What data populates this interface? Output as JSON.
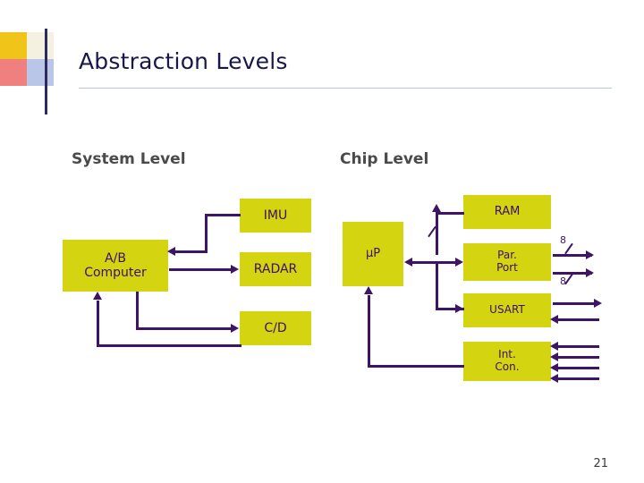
{
  "slide": {
    "title": "Abstraction Levels",
    "page_number": "21",
    "accent_colors": {
      "title_text": "#17174a",
      "rule": "#b9c6e8",
      "box_fill": "#d4d411",
      "box_text": "#3a1060",
      "wire": "#3d1466",
      "section_label": "#4a4a4a"
    },
    "deco_swatches": [
      "#f0c419",
      "#f5f1e0",
      "#f08080",
      "#b9c6e8"
    ]
  },
  "diagram": {
    "type": "block-diagram",
    "sections": [
      {
        "id": "system",
        "label": "System Level"
      },
      {
        "id": "chip",
        "label": "Chip Level"
      }
    ],
    "system_level": {
      "blocks": [
        {
          "id": "ab-computer",
          "line1": "A/B",
          "line2": "Computer"
        },
        {
          "id": "imu",
          "line1": "IMU",
          "line2": ""
        },
        {
          "id": "radar",
          "line1": "RADAR",
          "line2": ""
        },
        {
          "id": "cd",
          "line1": "C/D",
          "line2": ""
        }
      ],
      "connections": [
        {
          "from": "imu",
          "to": "ab-computer",
          "direction": "left"
        },
        {
          "from": "ab-computer",
          "to": "radar",
          "direction": "right"
        },
        {
          "from": "ab-computer",
          "to": "cd",
          "direction": "right"
        },
        {
          "from": "cd",
          "to": "ab-computer",
          "direction": "up"
        }
      ]
    },
    "chip_level": {
      "blocks": [
        {
          "id": "up",
          "line1": "µP",
          "line2": ""
        },
        {
          "id": "ram",
          "line1": "RAM",
          "line2": ""
        },
        {
          "id": "par-port",
          "line1": "Par.",
          "line2": "Port"
        },
        {
          "id": "usart",
          "line1": "USART",
          "line2": ""
        },
        {
          "id": "int-con",
          "line1": "Int.",
          "line2": "Con."
        }
      ],
      "bus_labels": [
        "8",
        "8"
      ],
      "connections": [
        {
          "from": "up",
          "to": "ram",
          "direction": "up"
        },
        {
          "from": "up",
          "to": "par-port",
          "direction": "right"
        },
        {
          "from": "up",
          "to": "usart",
          "direction": "down"
        },
        {
          "from": "up",
          "to": "int-con",
          "direction": "down-left"
        },
        {
          "from": "par-port",
          "to": "external",
          "direction": "right"
        },
        {
          "from": "usart",
          "to": "external",
          "direction": "right"
        },
        {
          "from": "external",
          "to": "int-con",
          "direction": "left"
        }
      ]
    }
  }
}
